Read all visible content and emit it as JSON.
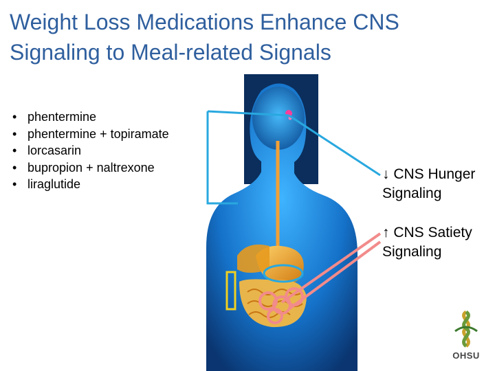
{
  "title": "Weight Loss Medications Enhance CNS Signaling to Meal-related Signals",
  "medications": [
    "phentermine",
    "phentermine + topiramate",
    "lorcasarin",
    "bupropion + naltrexone",
    "liraglutide"
  ],
  "bullet_symbol": "•",
  "effects": {
    "hunger_arrow": "↓",
    "hunger_label": "CNS Hunger",
    "hunger_label_2": "Signaling",
    "satiety_arrow": "↑",
    "satiety_label": "CNS Satiety",
    "satiety_label_2": "Signaling"
  },
  "logo": {
    "text": "OHSU",
    "icon": "ohsu-helix-logo-icon"
  },
  "colors": {
    "title": "#2f5f9e",
    "body_blue": "#1a8ae0",
    "hunger_line": "#29a8df",
    "satiety_line": "#f28b8b",
    "gut_orange": "#e8a21c"
  }
}
